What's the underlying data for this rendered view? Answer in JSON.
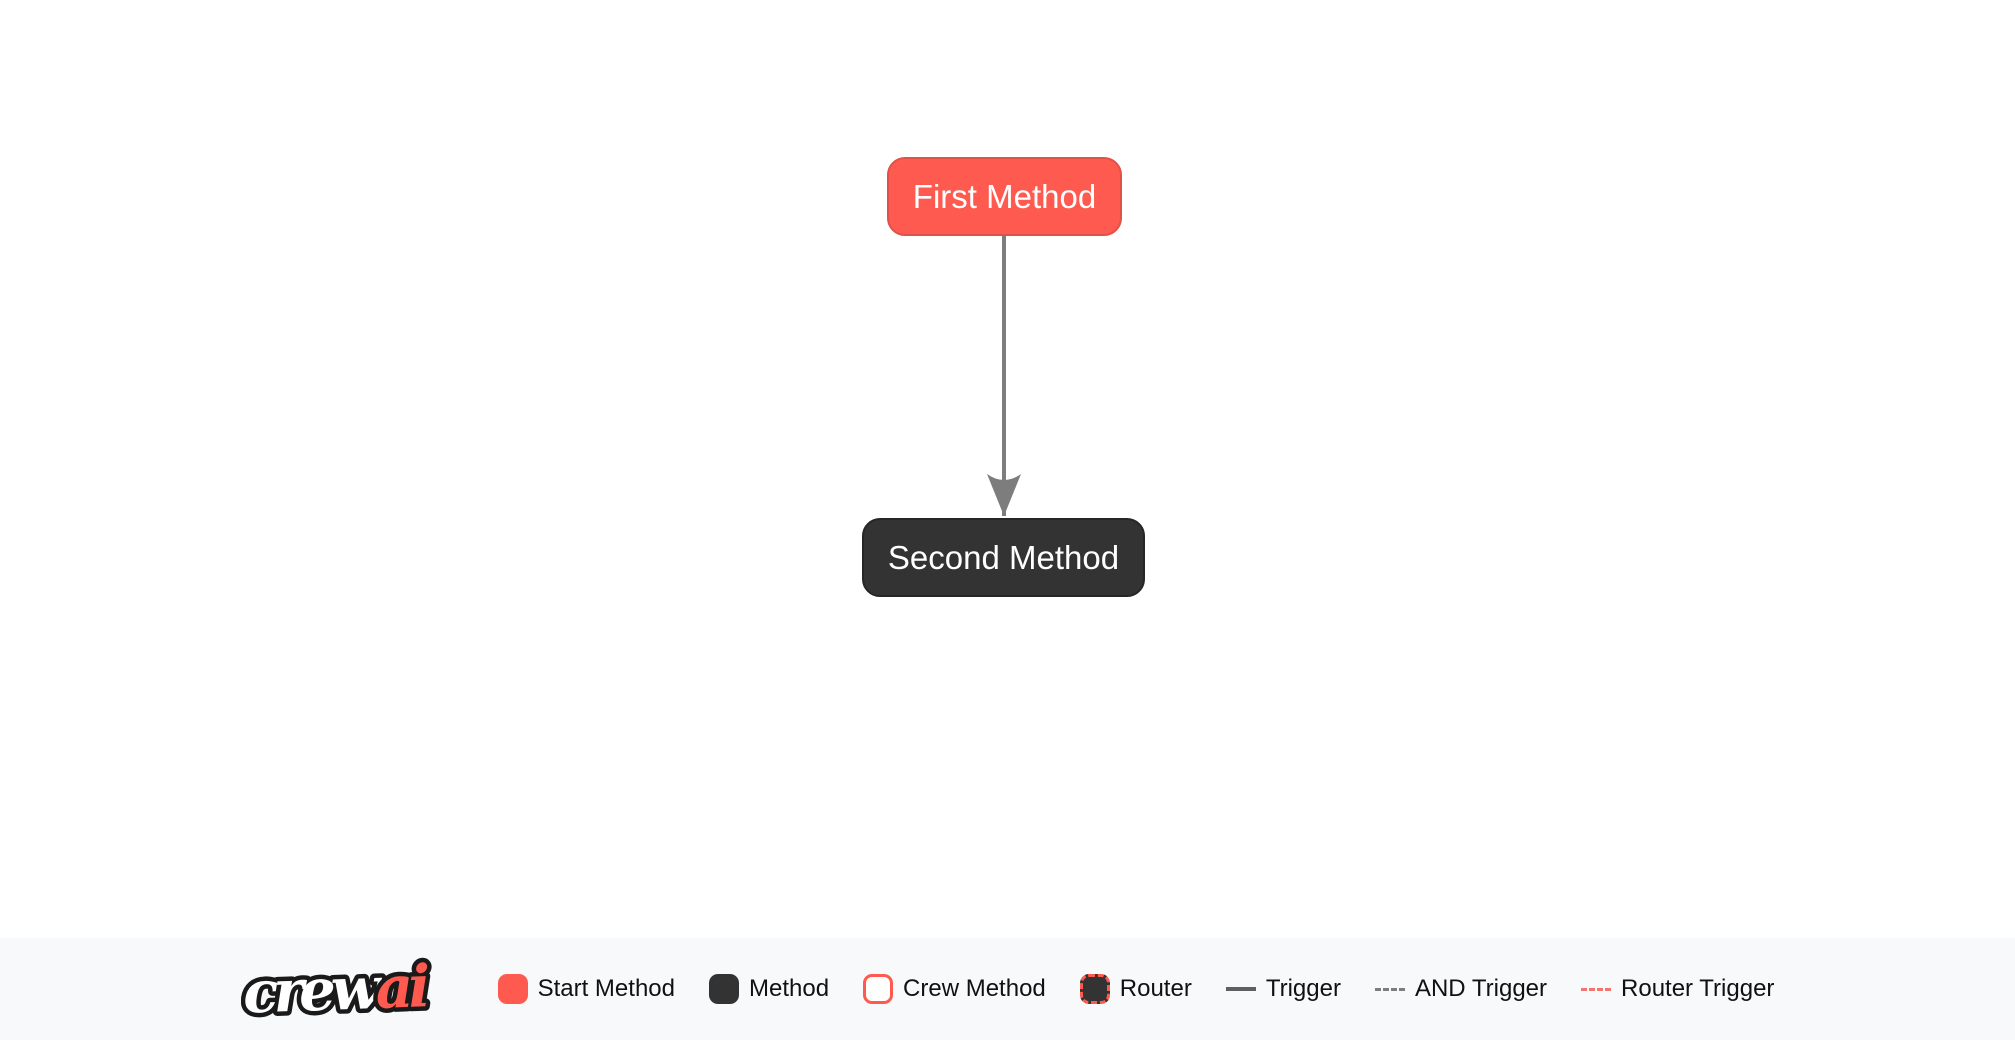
{
  "page": {
    "background_color": "#ffffff",
    "accent_color": "#ff5a50",
    "dark_node_color": "#333333",
    "edge_color": "#7d7d7d",
    "legend_background": "#f8f9fa"
  },
  "graph": {
    "nodes": [
      {
        "id": "first_method",
        "label": "First Method",
        "type": "start-method",
        "fill": "#ff5a50",
        "border": "#e0514a",
        "text_color": "#ffffff"
      },
      {
        "id": "second_method",
        "label": "Second Method",
        "type": "method",
        "fill": "#333333",
        "border": "#262626",
        "text_color": "#ffffff"
      }
    ],
    "edges": [
      {
        "from": "first_method",
        "to": "second_method",
        "type": "trigger",
        "color": "#7d7d7d",
        "arrow": "down"
      }
    ]
  },
  "legend": {
    "logo": {
      "part1": "crew",
      "part2": "ai",
      "part1_color": "#ffffff",
      "part2_color": "#ff5a50",
      "outline_color": "#1a1a1a"
    },
    "items": [
      {
        "label": "Start Method",
        "swatch": "start-method",
        "color": "#ff5a50"
      },
      {
        "label": "Method",
        "swatch": "method",
        "color": "#333333"
      },
      {
        "label": "Crew Method",
        "swatch": "crew-method",
        "color": "#ffffff",
        "border": "#ff5a50"
      },
      {
        "label": "Router",
        "swatch": "router",
        "color": "#333333",
        "border": "#ff5a50",
        "border_style": "dashed"
      },
      {
        "label": "Trigger",
        "swatch": "line-solid",
        "color": "#5f5f5f"
      },
      {
        "label": "AND Trigger",
        "swatch": "line-dashed",
        "color": "#7d7d7d"
      },
      {
        "label": "Router Trigger",
        "swatch": "line-dashed-red",
        "color": "#f2766d"
      }
    ]
  }
}
